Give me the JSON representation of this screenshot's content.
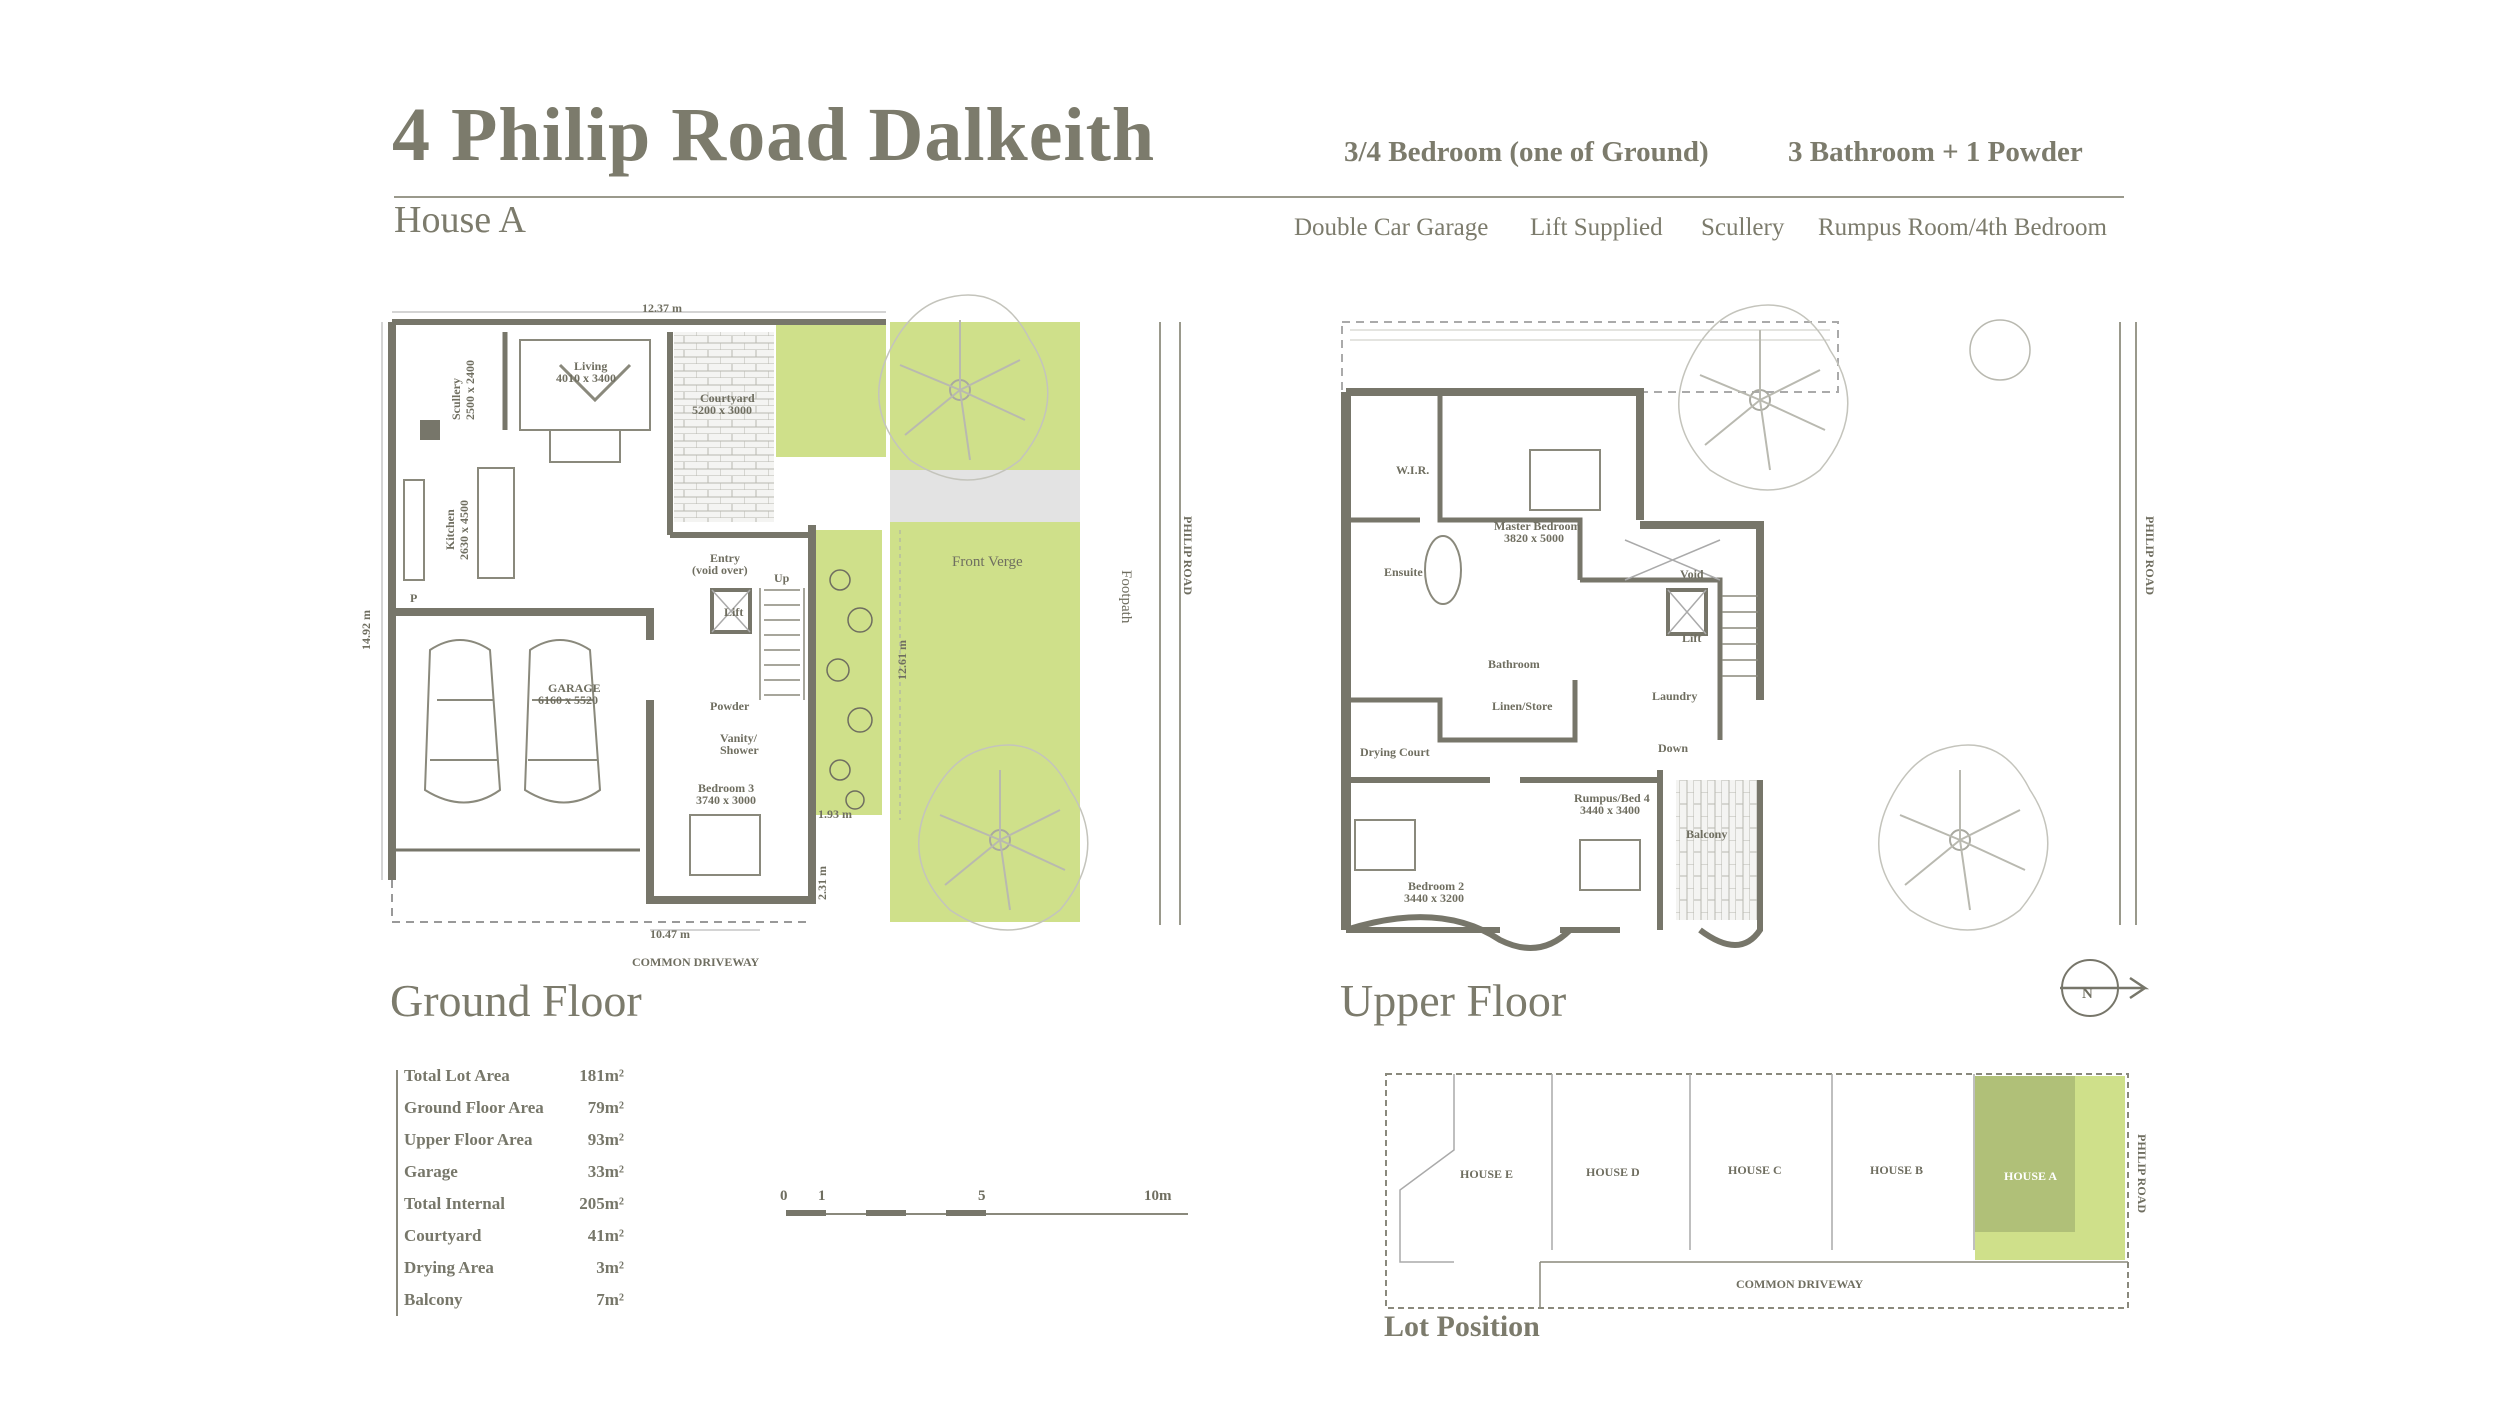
{
  "header": {
    "title": "4 Philip Road Dalkeith",
    "subtitle": "House A",
    "bedrooms": "3/4 Bedroom (one of Ground)",
    "bathrooms": "3 Bathroom + 1 Powder",
    "features": [
      "Double Car Garage",
      "Lift Supplied",
      "Scullery",
      "Rumpus Room/4th Bedroom"
    ]
  },
  "ground_floor": {
    "heading": "Ground Floor",
    "dims": {
      "top": "12.37 m",
      "left": "14.92 m",
      "bottom": "10.47 m",
      "right": "12.61 m",
      "side1": "1.93 m",
      "side2": "2.31 m"
    },
    "rooms": {
      "scullery": "Scullery",
      "scullery_size": "2500 x 2400",
      "living": "Living",
      "living_size": "4010 x 3400",
      "courtyard": "Courtyard",
      "courtyard_size": "5200 x 3000",
      "kitchen": "Kitchen",
      "kitchen_size": "2630 x 4500",
      "entry": "Entry",
      "entry_note": "(void over)",
      "up": "Up",
      "lift": "Lift",
      "powder": "Powder",
      "vanity": "Vanity/",
      "shower": "Shower",
      "garage": "GARAGE",
      "garage_size": "6160 x 5520",
      "bedroom3": "Bedroom 3",
      "bedroom3_size": "3740 x 3000",
      "p": "P"
    },
    "front_verge": "Front Verge",
    "footpath": "Footpath",
    "road": "PHILIP ROAD",
    "driveway": "COMMON DRIVEWAY"
  },
  "upper_floor": {
    "heading": "Upper Floor",
    "rooms": {
      "wir": "W.I.R.",
      "master": "Master Bedroom",
      "master_size": "3820 x 5000",
      "ensuite": "Ensuite",
      "void": "Void",
      "bathroom": "Bathroom",
      "lift": "Lift",
      "laundry": "Laundry",
      "linen": "Linen/Store",
      "drying": "Drying Court",
      "down": "Down",
      "rumpus": "Rumpus/Bed 4",
      "rumpus_size": "3440 x 3400",
      "balcony": "Balcony",
      "bedroom2": "Bedroom 2",
      "bedroom2_size": "3440 x 3200"
    },
    "road": "PHILIP ROAD",
    "north": "N"
  },
  "areas": [
    {
      "label": "Total Lot Area",
      "value": "181m²"
    },
    {
      "label": "Ground Floor Area",
      "value": "79m²"
    },
    {
      "label": "Upper Floor Area",
      "value": "93m²"
    },
    {
      "label": "Garage",
      "value": "33m²"
    },
    {
      "label": "Total Internal",
      "value": "205m²"
    },
    {
      "label": "Courtyard",
      "value": "41m²"
    },
    {
      "label": "Drying Area",
      "value": "3m²"
    },
    {
      "label": "Balcony",
      "value": "7m²"
    }
  ],
  "scale": {
    "ticks": [
      "0",
      "1",
      "5",
      "10m"
    ]
  },
  "lot_position": {
    "heading": "Lot Position",
    "houses": [
      "HOUSE E",
      "HOUSE D",
      "HOUSE C",
      "HOUSE B",
      "HOUSE A"
    ],
    "driveway": "COMMON DRIVEWAY",
    "road": "PHILIP ROAD"
  },
  "colors": {
    "wall": "#77766a",
    "green": "#cfe08a",
    "green_dark": "#b0c078",
    "text": "#7c7b6c",
    "paving": "#e3e3e3"
  }
}
